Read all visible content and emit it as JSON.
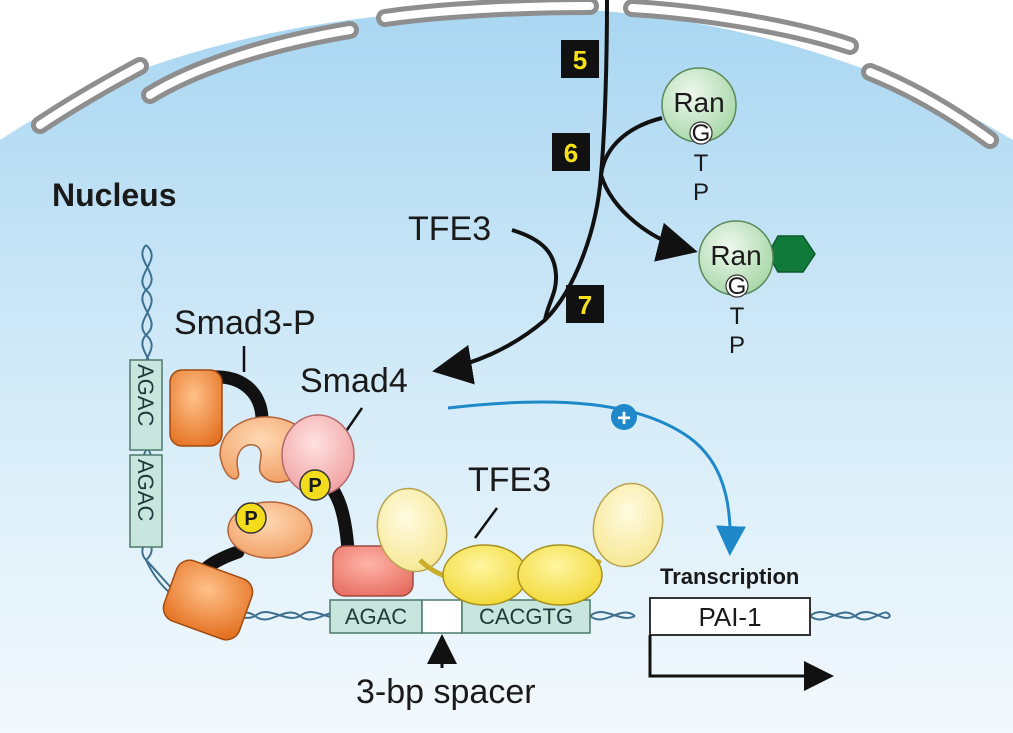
{
  "labels": {
    "nucleus": "Nucleus",
    "smad3p": "Smad3-P",
    "smad4": "Smad4",
    "tfe3_top": "TFE3",
    "tfe3_bottom": "TFE3",
    "transcription": "Transcription",
    "pai1": "PAI-1",
    "spacer": "3-bp spacer",
    "plus": "+"
  },
  "steps": [
    "5",
    "6",
    "7"
  ],
  "ran_top": {
    "name": "Ran",
    "g": "G",
    "t": "T",
    "p": "P"
  },
  "ran_bottom": {
    "name": "Ran",
    "g": "G",
    "t": "T",
    "p": "P"
  },
  "phospho": [
    "P",
    "P"
  ],
  "dna_sequences": {
    "vertical_1": "AGAC",
    "vertical_2": "AGAC",
    "horizontal_agac": "AGAC",
    "horizontal_cacgtg": "CACGTG"
  },
  "colors": {
    "nucleus_fill": "#bfe0f5",
    "envelope": "#8e8e8e",
    "ran_fill": "#bfe3bf",
    "gdp_hexagon": "#0f7a3a",
    "activation_arrow": "#1e88c8",
    "smad3": "#f5a86a",
    "smad4": "#f6a6a6",
    "tfe3_light": "#faf0a8",
    "tfe3_dark": "#f7e34a",
    "phosphate": "#f2dc1c",
    "seq_box": "#c9e6de",
    "dna": "#3d6f8e"
  }
}
